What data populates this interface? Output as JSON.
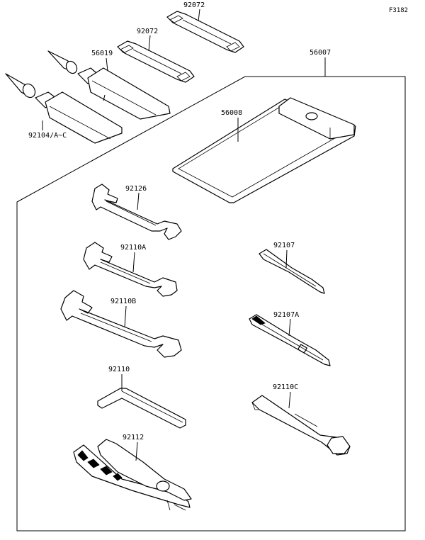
{
  "figure_code": "F3182",
  "parts": {
    "strap_upper": "92072",
    "strap_lower": "92072",
    "tube_upper": "56019",
    "tube_lower": "92104/A~C",
    "tool_kit": "56007",
    "tool_bag": "56008",
    "wrench_1": "92126",
    "wrench_2": "92110A",
    "wrench_3": "92110B",
    "hex_key": "92110",
    "pliers": "92112",
    "screwdriver_1": "92107",
    "screwdriver_2": "92107A",
    "socket_wrench": "92110C"
  }
}
